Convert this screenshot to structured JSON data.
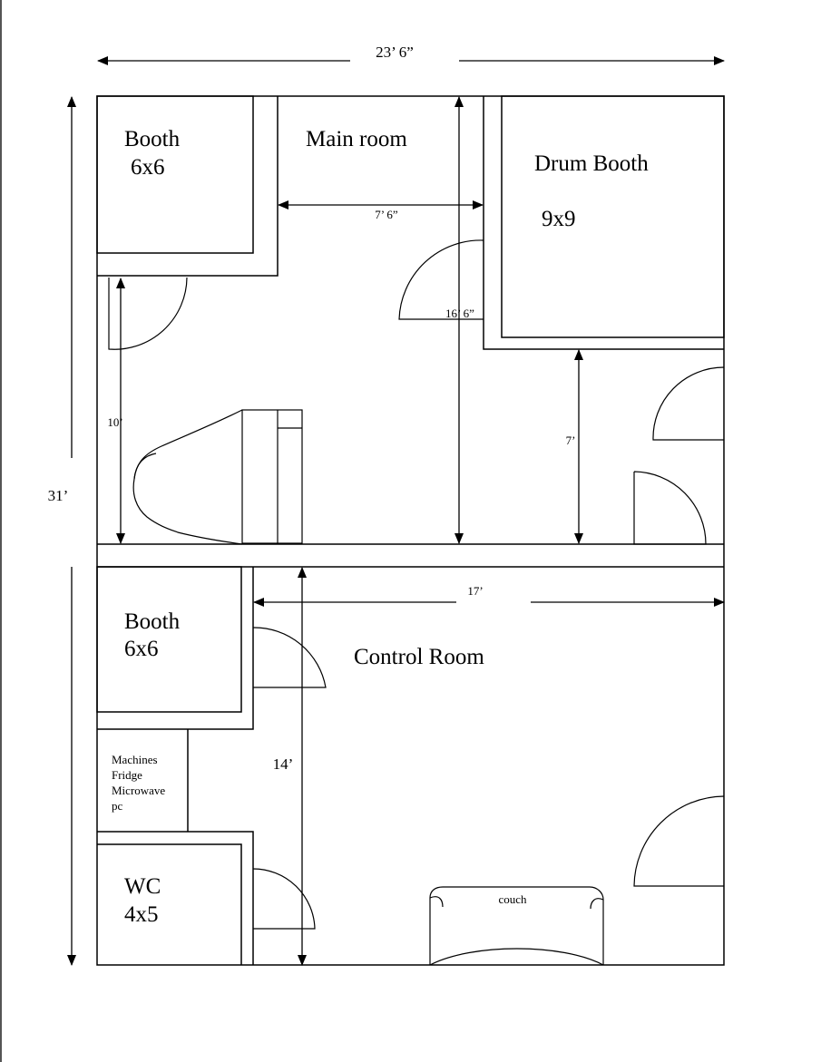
{
  "rooms": {
    "booth_top": {
      "title": "Booth",
      "size": "6x6"
    },
    "main_room": {
      "title": "Main room"
    },
    "drum_booth": {
      "title": "Drum Booth",
      "size": "9x9"
    },
    "booth_bottom": {
      "title": "Booth",
      "size": "6x6"
    },
    "control_room": {
      "title": "Control Room"
    },
    "machines": {
      "lines": [
        "Machines",
        "Fridge",
        "Microwave",
        "pc"
      ]
    },
    "wc": {
      "title": "WC",
      "size": "4x5"
    },
    "couch": {
      "label": "couch"
    }
  },
  "dimensions": {
    "overall_width": "23’ 6”",
    "overall_height": "31’",
    "main_room_width": "7’ 6”",
    "main_room_height": "16’ 6”",
    "booth_door_side": "10’",
    "drum_gap": "7’",
    "control_width": "17’",
    "control_height": "14’"
  },
  "colors": {
    "line": "#000000",
    "background": "#ffffff"
  }
}
